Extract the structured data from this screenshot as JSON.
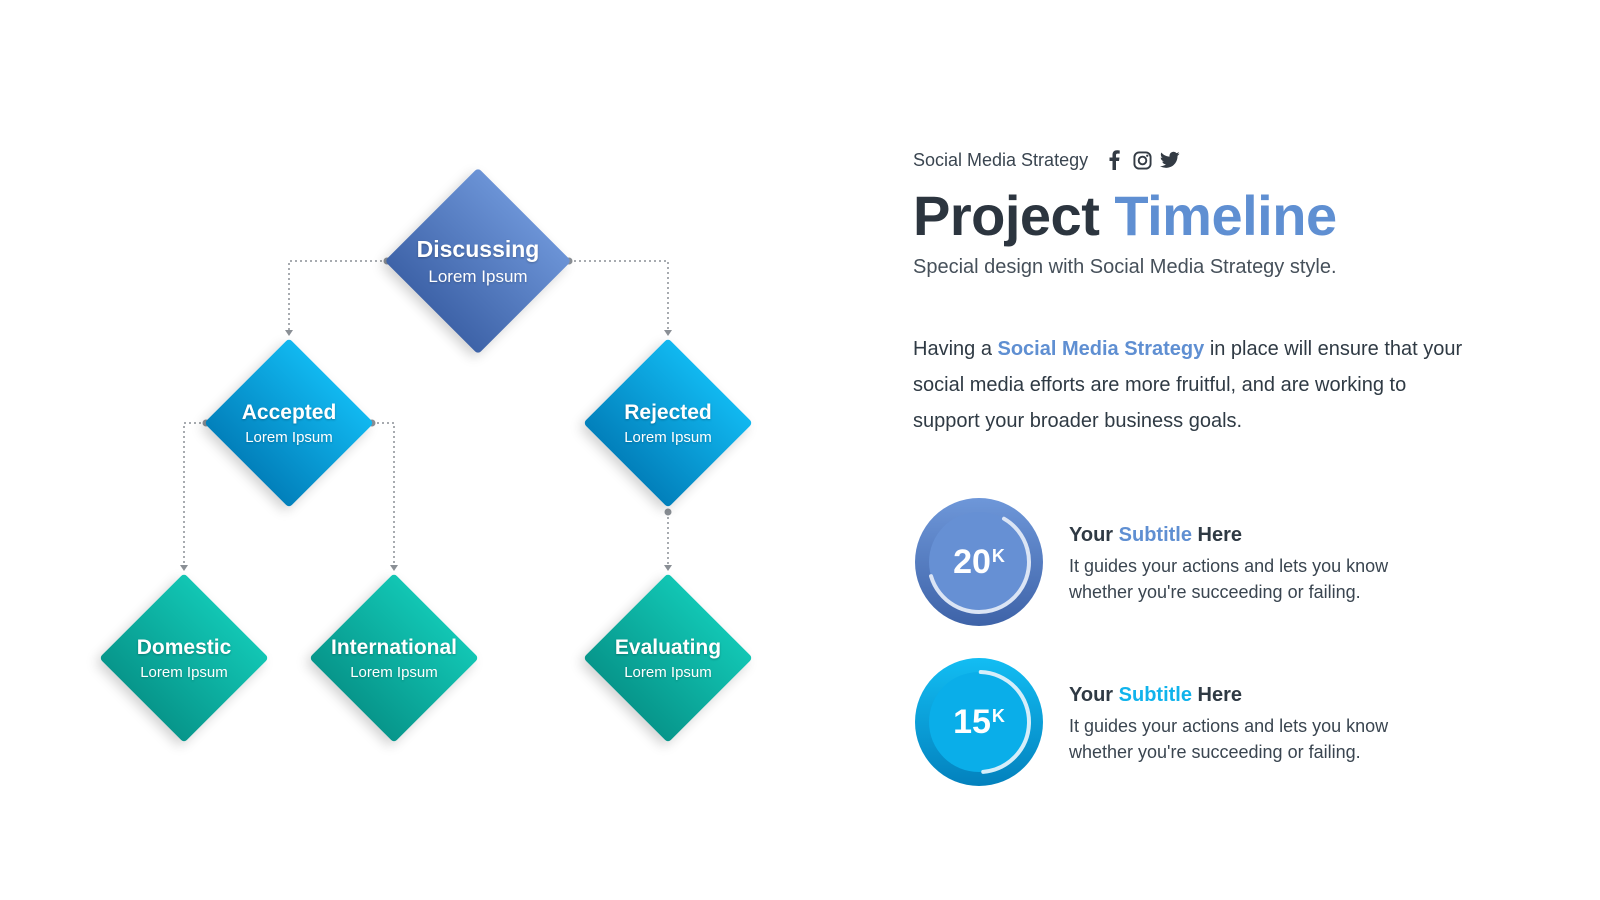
{
  "diagram": {
    "nodes": {
      "discussing": {
        "title": "Discussing",
        "subtitle": "Lorem Ipsum"
      },
      "accepted": {
        "title": "Accepted",
        "subtitle": "Lorem Ipsum"
      },
      "rejected": {
        "title": "Rejected",
        "subtitle": "Lorem Ipsum"
      },
      "domestic": {
        "title": "Domestic",
        "subtitle": "Lorem Ipsum"
      },
      "international": {
        "title": "International",
        "subtitle": "Lorem Ipsum"
      },
      "evaluating": {
        "title": "Evaluating",
        "subtitle": "Lorem Ipsum"
      }
    },
    "edges": [
      [
        "discussing",
        "accepted"
      ],
      [
        "discussing",
        "rejected"
      ],
      [
        "accepted",
        "domestic"
      ],
      [
        "accepted",
        "international"
      ],
      [
        "rejected",
        "evaluating"
      ]
    ],
    "colors": {
      "level1": "#5079c0",
      "level2": "#06a4e0",
      "level3": "#0db3a4",
      "connector": "#8a8f95"
    }
  },
  "panel": {
    "brand": "Social Media Strategy",
    "social_icons": [
      "facebook-icon",
      "instagram-icon",
      "twitter-icon"
    ],
    "headline_dark": "Project",
    "headline_accent": "Timeline",
    "tagline": "Special design with Social Media Strategy style.",
    "body_pre": "Having a",
    "body_link": "Social Media Strategy",
    "body_post": "in place will ensure that your social media efforts are more fruitful, and are working to support your broader business goals.",
    "stats": [
      {
        "value": "20",
        "suffix": "K",
        "title_pre": "Your",
        "title_accent": "Subtitle",
        "title_post": "Here",
        "description": "It guides your actions and lets you know whether you're succeeding or failing.",
        "progress": 0.62,
        "color": "#5079c0"
      },
      {
        "value": "15",
        "suffix": "K",
        "title_pre": "Your",
        "title_accent": "Subtitle",
        "title_post": "Here",
        "description": "It guides your actions and lets you know whether you're succeeding or failing.",
        "progress": 0.48,
        "color": "#06a4e0"
      }
    ],
    "colors": {
      "accent": "#5f8fd2",
      "accent2": "#10b3ec",
      "text": "#2f3a44"
    }
  }
}
